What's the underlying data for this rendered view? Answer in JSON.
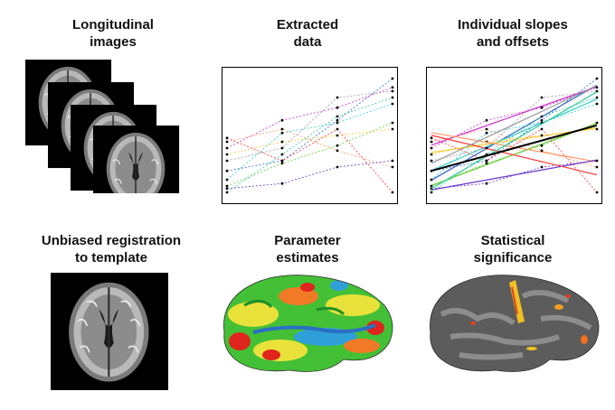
{
  "panels": [
    {
      "id": "longitudinal",
      "title_line1": "Longitudinal",
      "title_line2": "images"
    },
    {
      "id": "extracted",
      "title_line1": "Extracted",
      "title_line2": "data"
    },
    {
      "id": "slopes",
      "title_line1": "Individual slopes",
      "title_line2": "and offsets"
    },
    {
      "id": "registration",
      "title_line1": "Unbiased registration",
      "title_line2": "to template"
    },
    {
      "id": "parameters",
      "title_line1": "Parameter",
      "title_line2": "estimates"
    },
    {
      "id": "significance",
      "title_line1": "Statistical",
      "title_line2": "significance"
    }
  ],
  "chart_data": [
    {
      "type": "line",
      "title": "Extracted data",
      "x": [
        0,
        1,
        2,
        3
      ],
      "series": [
        {
          "color": "#3366cc",
          "values": [
            0.22,
            0.3,
            0.62,
            0.95
          ]
        },
        {
          "color": "#cc33cc",
          "values": [
            0.4,
            0.62,
            0.72,
            0.88
          ]
        },
        {
          "color": "#33cccc",
          "values": [
            0.15,
            0.52,
            0.6,
            0.75
          ]
        },
        {
          "color": "#ffcc33",
          "values": [
            0.35,
            0.45,
            0.5,
            0.55
          ]
        },
        {
          "color": "#66cc33",
          "values": [
            0.1,
            0.28,
            0.42,
            0.6
          ]
        },
        {
          "color": "#ff9966",
          "values": [
            0.45,
            0.55,
            0.38,
            0.25
          ]
        },
        {
          "color": "#6633cc",
          "values": [
            0.08,
            0.12,
            0.25,
            0.3
          ]
        },
        {
          "color": "#ff3333",
          "values": [
            0.48,
            0.3,
            0.55,
            0.05
          ]
        },
        {
          "color": "#999999",
          "values": [
            0.3,
            0.4,
            0.8,
            0.85
          ]
        },
        {
          "color": "#33cc99",
          "values": [
            0.05,
            0.35,
            0.65,
            0.8
          ]
        }
      ]
    },
    {
      "type": "line",
      "title": "Individual slopes and offsets",
      "x": [
        0,
        1,
        2,
        3
      ],
      "series": [
        {
          "color": "#3366cc",
          "values": [
            0.22,
            0.3,
            0.62,
            0.95
          ]
        },
        {
          "color": "#cc33cc",
          "values": [
            0.4,
            0.62,
            0.72,
            0.88
          ]
        },
        {
          "color": "#33cccc",
          "values": [
            0.15,
            0.52,
            0.6,
            0.75
          ]
        },
        {
          "color": "#ffcc33",
          "values": [
            0.35,
            0.45,
            0.5,
            0.55
          ]
        },
        {
          "color": "#66cc33",
          "values": [
            0.1,
            0.28,
            0.42,
            0.6
          ]
        },
        {
          "color": "#ff9966",
          "values": [
            0.45,
            0.55,
            0.38,
            0.25
          ]
        },
        {
          "color": "#6633cc",
          "values": [
            0.08,
            0.12,
            0.25,
            0.3
          ]
        },
        {
          "color": "#ff3333",
          "values": [
            0.48,
            0.3,
            0.55,
            0.05
          ]
        },
        {
          "color": "#999999",
          "values": [
            0.3,
            0.4,
            0.8,
            0.85
          ]
        },
        {
          "color": "#33cc99",
          "values": [
            0.05,
            0.35,
            0.65,
            0.8
          ]
        }
      ],
      "mean_line": {
        "color": "#000000",
        "values": [
          0.22,
          0.58
        ]
      }
    }
  ]
}
